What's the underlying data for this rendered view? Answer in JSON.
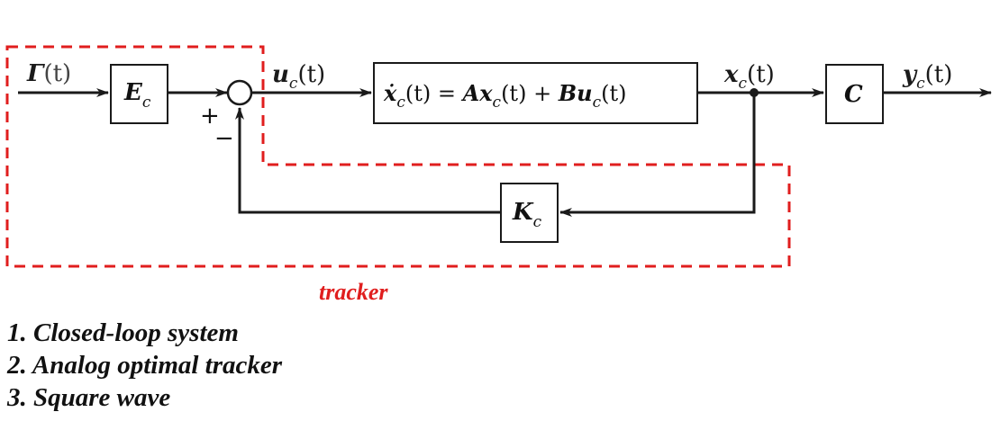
{
  "diagram": {
    "input_signal": {
      "name": "Γ",
      "arg": "(t)"
    },
    "gain_block": {
      "name": "E",
      "sub": "c"
    },
    "summing_plus": "+",
    "summing_minus": "−",
    "control_signal": {
      "name": "u",
      "sub": "c",
      "arg": "(t)"
    },
    "plant_equation": {
      "lhs": "ẋ",
      "lhs_sub": "c",
      "lhs_arg": "(t)",
      "eq": " = ",
      "a": "A",
      "x": "x",
      "x_sub": "c",
      "x_arg": "(t)",
      "plus": " + ",
      "b": "B",
      "u": "u",
      "u_sub": "c",
      "u_arg": "(t)"
    },
    "state_signal": {
      "name": "x",
      "sub": "c",
      "arg": "(t)"
    },
    "output_block": "C",
    "output_signal": {
      "name": "y",
      "sub": "c",
      "arg": "(t)"
    },
    "feedback_block": {
      "name": "K",
      "sub": "c"
    },
    "group_label": "tracker"
  },
  "notes": [
    "1. Closed-loop system",
    "2. Analog optimal tracker",
    "3. Square wave"
  ],
  "colors": {
    "tracker_boundary": "#e01e1e",
    "wires": "#1a1a1a"
  }
}
